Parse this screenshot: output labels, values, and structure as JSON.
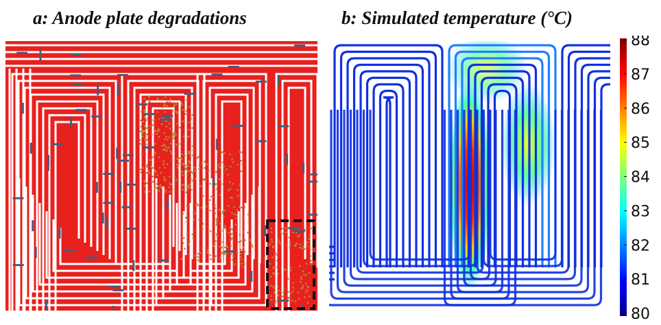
{
  "titles": {
    "a": "a: Anode plate degradations",
    "b": "b: Simulated temperature (°C)"
  },
  "colorbar": {
    "min": 80,
    "max": 88,
    "ticks": [
      "88",
      "87",
      "86",
      "85",
      "84",
      "83",
      "82",
      "81",
      "80"
    ],
    "colormap": "jet"
  },
  "colors": {
    "channel_red": "#e8201e",
    "channel_white": "#ffffff",
    "degradation": "#b08a3a",
    "marker_blue": "#4a5a7a",
    "highlight_box": "#111111"
  }
}
